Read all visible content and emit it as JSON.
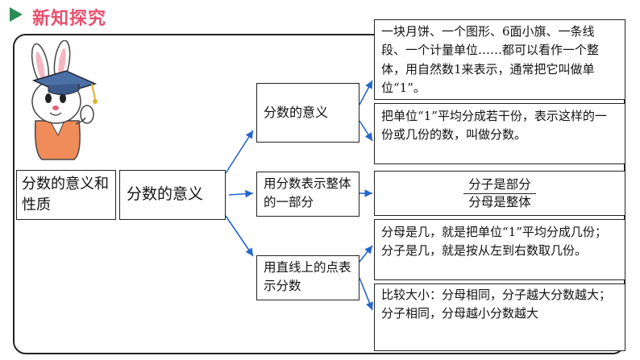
{
  "header": {
    "title": "新知探究"
  },
  "root": {
    "text": "分数的意义和性质"
  },
  "mid": {
    "text": "分数的意义"
  },
  "branches": [
    {
      "text": "分数的意义"
    },
    {
      "text": "用分数表示整体的一部分"
    },
    {
      "text": "用直线上的点表示分数"
    }
  ],
  "notes": [
    {
      "text": "一块月饼、一个图形、6面小旗、一条线段、一个计量单位……都可以看作一个整体，用自然数1来表示，通常把它叫做单位“1”。"
    },
    {
      "text": "把单位“1”平均分成若干份，表示这样的一份或几份的数，叫做分数。"
    },
    {
      "numerator": "分子是部分",
      "denominator": "分母是整体"
    },
    {
      "text": "分母是几，就是把单位“1”平均分成几份；分子是几，就是按从左到右数取几份。"
    },
    {
      "text": "比较大小：分母相同，分子越大分数越大；分子相同，分母越小分数越大"
    }
  ]
}
